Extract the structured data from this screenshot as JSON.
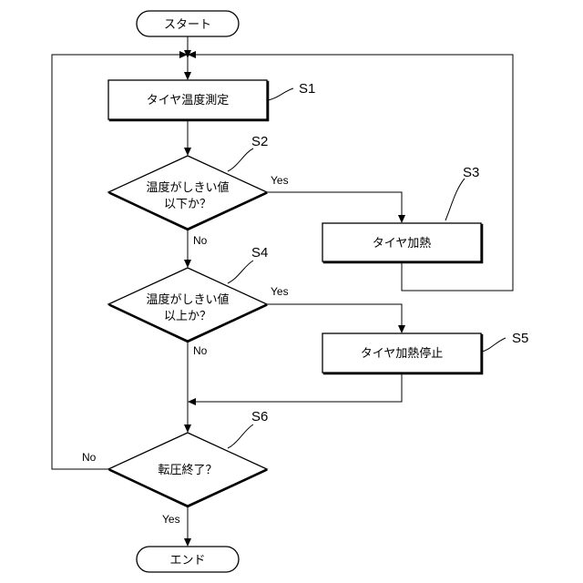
{
  "flowchart": {
    "start": "スタート",
    "end": "エンド",
    "s1": {
      "step": "S1",
      "text": "タイヤ温度測定"
    },
    "s2": {
      "step": "S2",
      "line1": "温度がしきい値",
      "line2": "以下か？",
      "yes": "Yes",
      "no": "No"
    },
    "s3": {
      "step": "S3",
      "text": "タイヤ加熱"
    },
    "s4": {
      "step": "S4",
      "line1": "温度がしきい値",
      "line2": "以上か？",
      "yes": "Yes",
      "no": "No"
    },
    "s5": {
      "step": "S5",
      "text": "タイヤ加熱停止"
    },
    "s6": {
      "step": "S6",
      "text": "転圧終了？",
      "yes": "Yes",
      "no": "No"
    }
  }
}
